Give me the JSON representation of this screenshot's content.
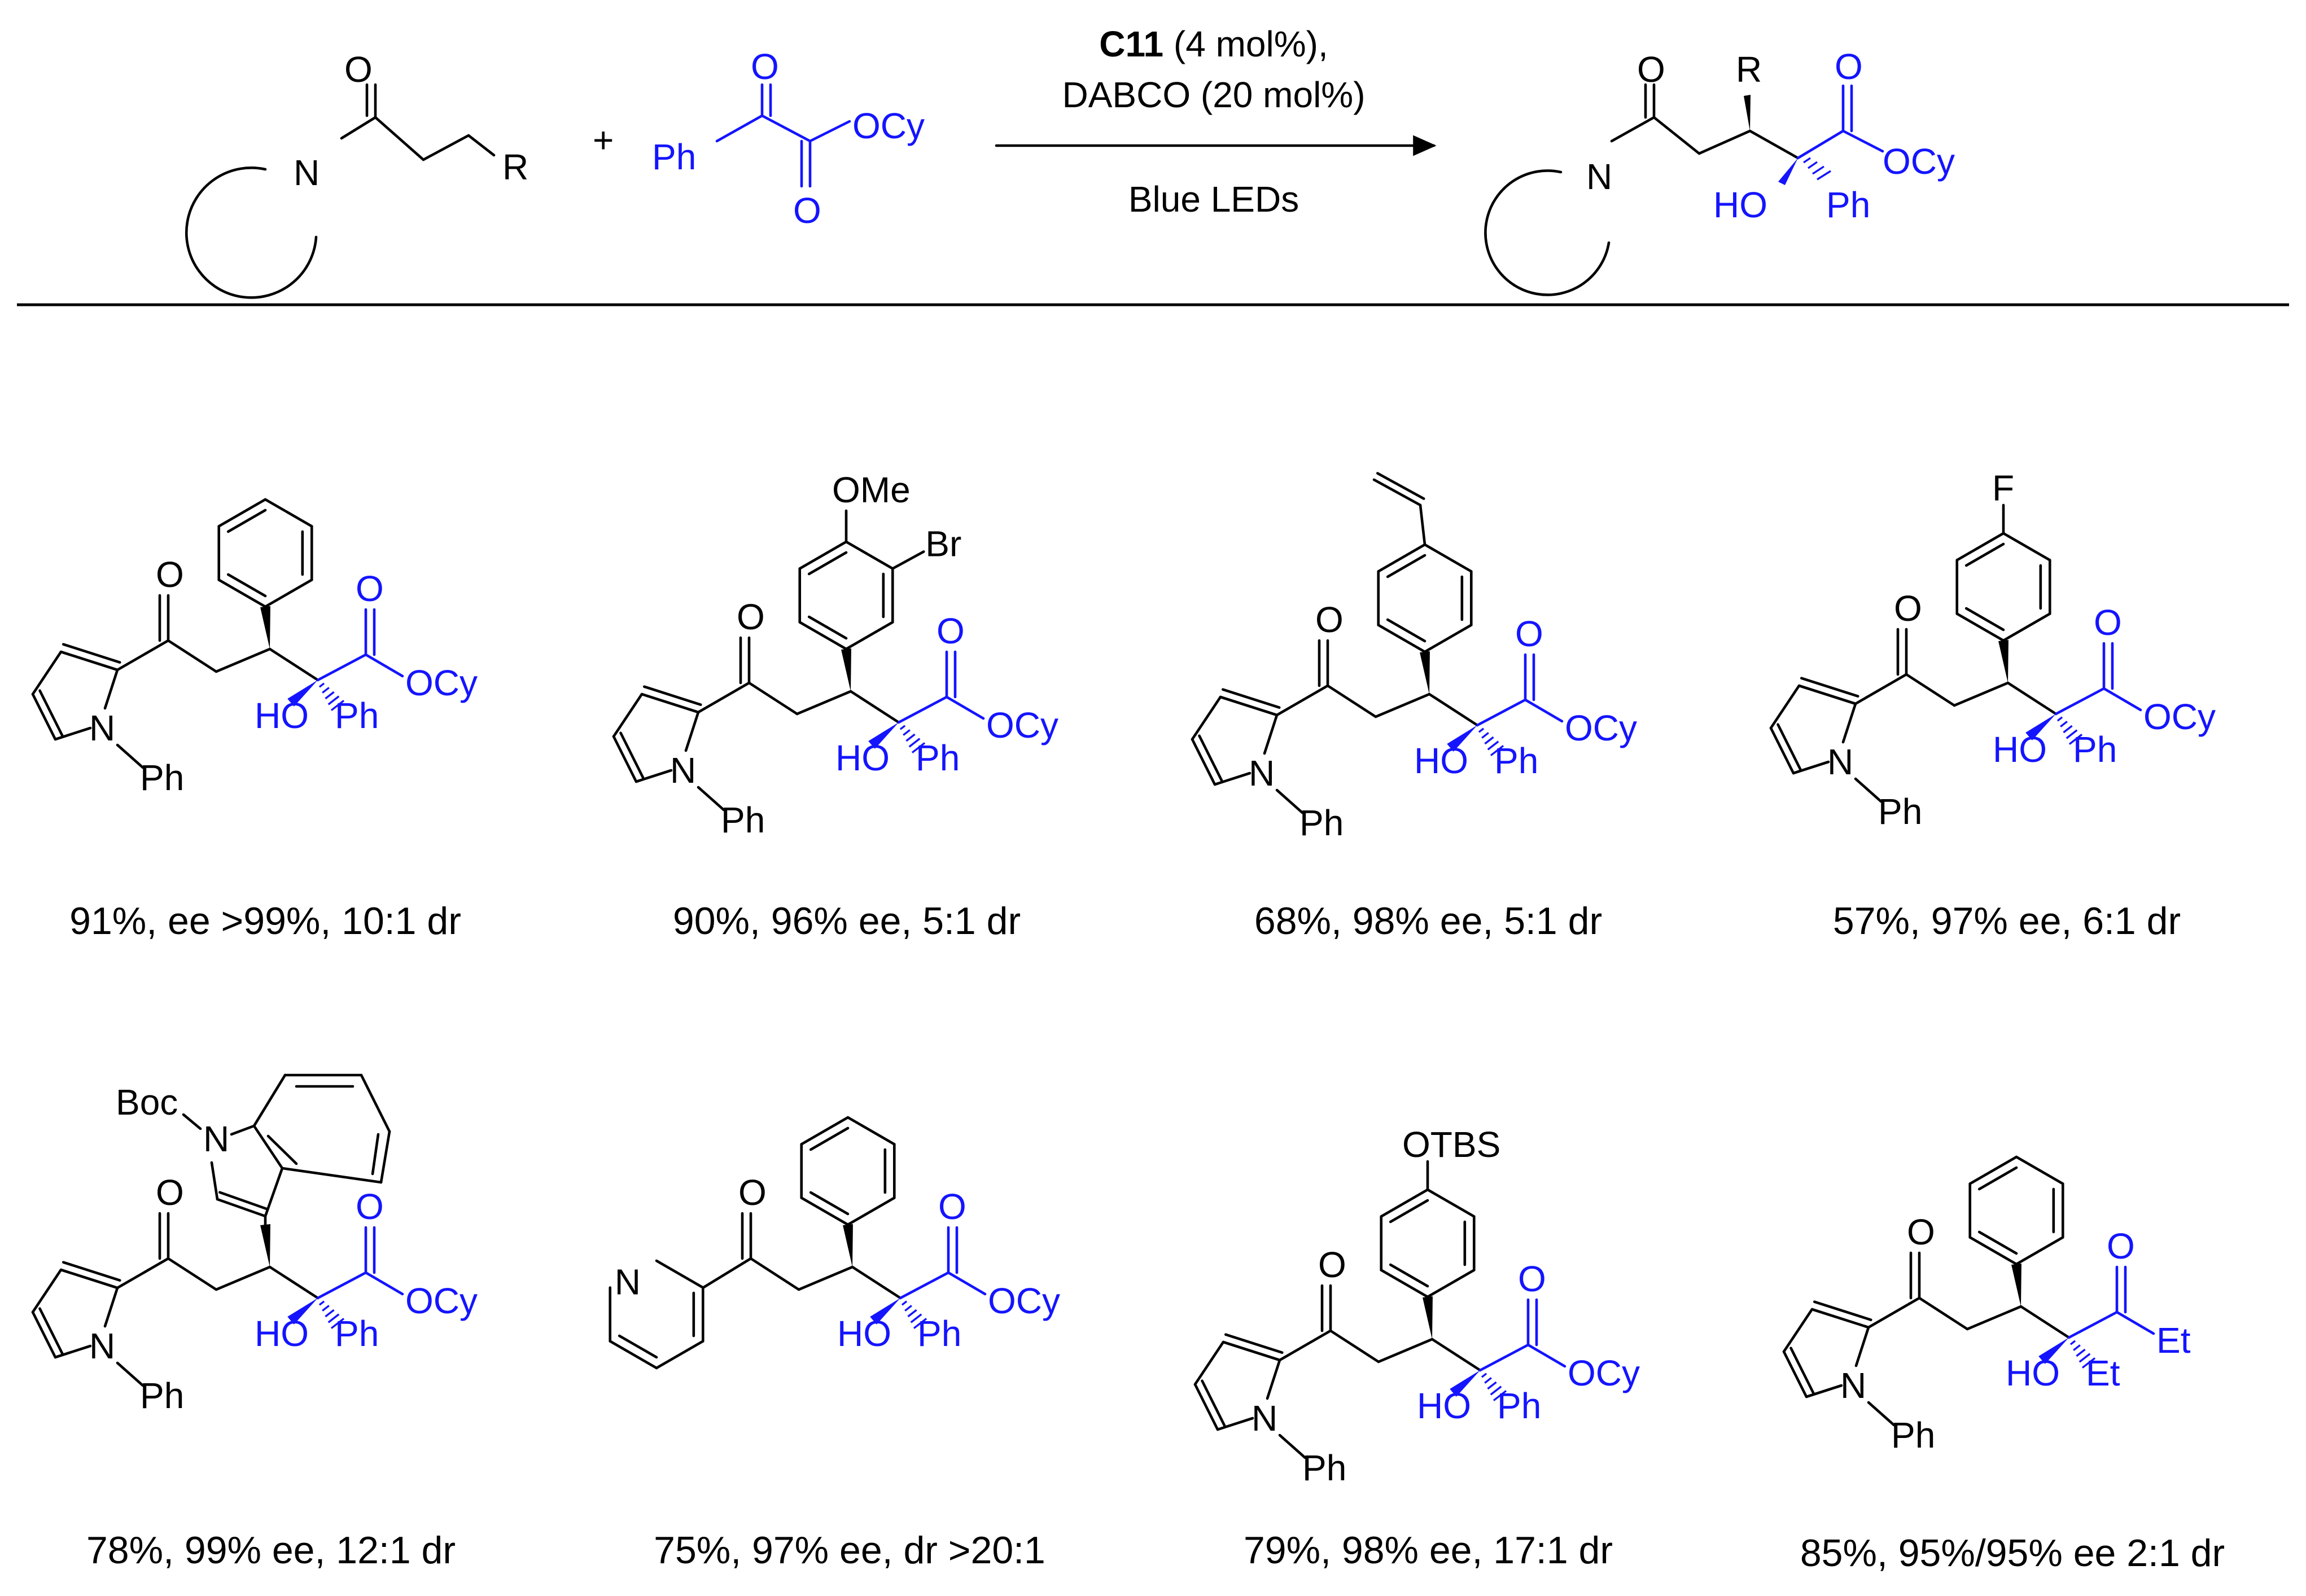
{
  "reaction": {
    "reactant_ketone_r": "R",
    "reactant_ketone_n": "N",
    "reactant_ketone_o": "O",
    "plus": "+",
    "ketoester_ph": "Ph",
    "ketoester_o1": "O",
    "ketoester_o2": "O",
    "ketoester_ocy": "OCy",
    "catalyst_bold": "C11",
    "catalyst_rest": " (4 mol%),",
    "base": "DABCO (20 mol%)",
    "light": "Blue LEDs",
    "product_r": "R",
    "product_n": "N",
    "product_o1": "O",
    "product_o2": "O",
    "product_ocy": "OCy",
    "product_ho": "HO",
    "product_ph": "Ph"
  },
  "labels": {
    "ph": "Ph",
    "ocy": "OCy",
    "ho": "HO",
    "o": "O",
    "n": "N",
    "et": "Et",
    "ome": "OMe",
    "br": "Br",
    "f": "F",
    "boc": "Boc",
    "otbs": "OTBS"
  },
  "products": [
    {
      "caption": "91%, ee >99%, 10:1 dr"
    },
    {
      "caption": "90%, 96% ee, 5:1 dr"
    },
    {
      "caption": "68%, 98% ee, 5:1 dr"
    },
    {
      "caption": "57%, 97% ee, 6:1 dr"
    },
    {
      "caption": "78%, 99% ee, 12:1 dr"
    },
    {
      "caption": "75%, 97% ee, dr >20:1"
    },
    {
      "caption": "79%, 98% ee, 17:1 dr"
    },
    {
      "caption": "85%, 95%/95% ee 2:1 dr"
    }
  ],
  "colors": {
    "black": "#000000",
    "blue": "#1414ff"
  }
}
